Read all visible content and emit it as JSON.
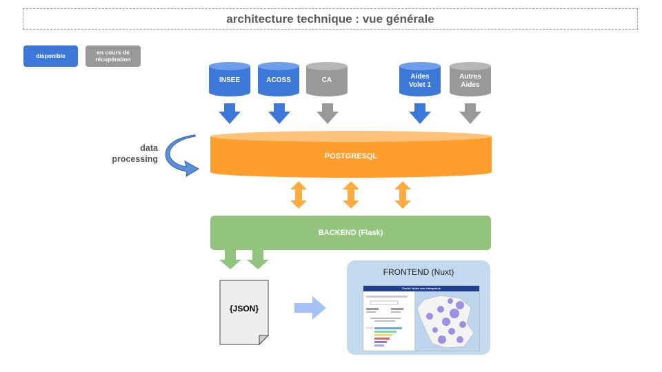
{
  "title": "architecture technique : vue générale",
  "legend": {
    "available": {
      "label": "disponible",
      "color": "#3c78d8"
    },
    "pending": {
      "label_line1": "en cours de",
      "label_line2": "récupération",
      "color": "#999999"
    }
  },
  "sources": [
    {
      "line1": "INSEE",
      "line2": "",
      "status": "available"
    },
    {
      "line1": "ACOSS",
      "line2": "",
      "status": "available"
    },
    {
      "line1": "CA",
      "line2": "",
      "status": "pending"
    },
    {
      "line1": "Aides",
      "line2": "Volet 1",
      "status": "available"
    },
    {
      "line1": "Autres",
      "line2": "Aides",
      "status": "pending"
    }
  ],
  "database": {
    "label": "POSTGRESQL",
    "color": "#ffab40"
  },
  "processing": {
    "line1": "data",
    "line2": "processing"
  },
  "backend": {
    "label": "BACKEND (Flask)",
    "color": "#93c47d"
  },
  "json_doc": {
    "label": "{JSON}"
  },
  "frontend": {
    "label": "FRONTEND (Nuxt)",
    "screenshot_title": "Covid / Aides aux entreprises"
  }
}
